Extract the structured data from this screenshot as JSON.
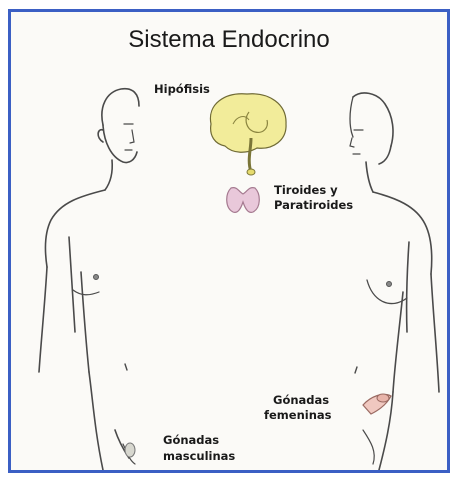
{
  "title": "Sistema Endocrino",
  "labels": {
    "hipofisis": "Hipófisis",
    "tiroides_line1": "Tiroides y",
    "tiroides_line2": "Paratiroides",
    "gonadas_femeninas_line1": "Gónadas",
    "gonadas_femeninas_line2": "femeninas",
    "gonadas_masculinas_line1": "Gónadas",
    "gonadas_masculinas_line2": "masculinas"
  },
  "colors": {
    "frame_border": "#3b5fc4",
    "brain": "#f2ec9a",
    "thyroid": "#e9c8da",
    "outline": "#555555"
  }
}
